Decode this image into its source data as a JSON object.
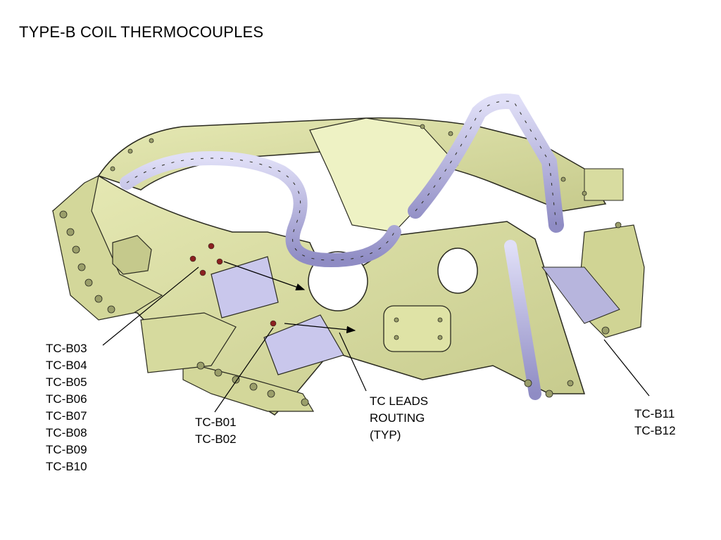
{
  "title": "TYPE-B COIL THERMOCOUPLES",
  "callouts": {
    "group_b03_b10": [
      "TC-B03",
      "TC-B04",
      "TC-B05",
      "TC-B06",
      "TC-B07",
      "TC-B08",
      "TC-B09",
      "TC-B10"
    ],
    "group_b01_b02": [
      "TC-B01",
      "TC-B02"
    ],
    "leads_routing": [
      "TC LEADS",
      "ROUTING",
      "(TYP)"
    ],
    "group_b11_b12": [
      "TC-B11",
      "TC-B12"
    ]
  },
  "colors": {
    "structure": "#dfe3a6",
    "structure_shade": "#b9bd80",
    "coil": "#c9c7ec",
    "coil_shade": "#8f8cc4",
    "outline": "#2a2a20"
  }
}
